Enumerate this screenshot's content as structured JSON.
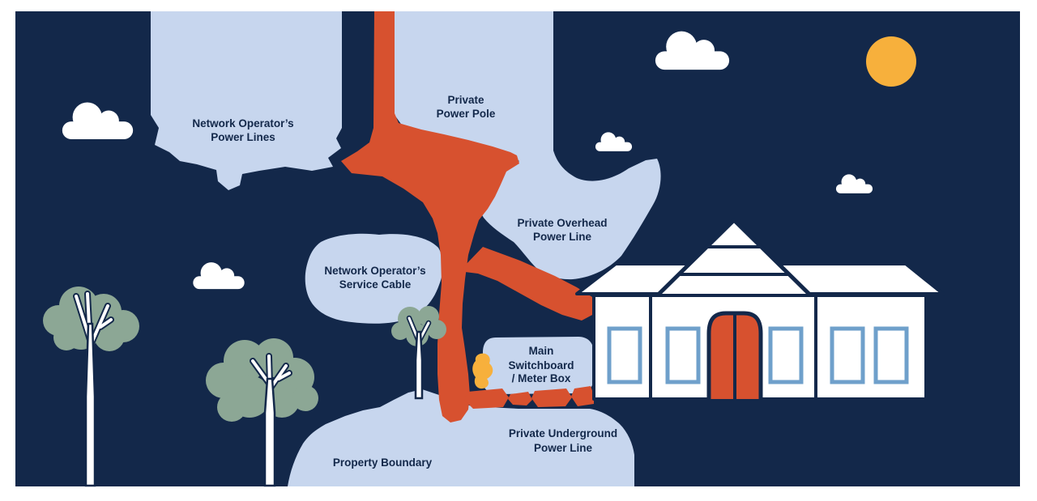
{
  "diagram": {
    "title": "Private power assets and network operator assets illustration",
    "scene": "night-sky navy backdrop with sun, clouds, trees, power pole feeding a house"
  },
  "colors": {
    "navy": "#13284A",
    "label_bubble": "#C7D6EE",
    "power_asset_red": "#D7512F",
    "sun_yellow": "#F7B03C",
    "tree_green": "#8CA795",
    "window_blue": "#6FA0CB",
    "white": "#FFFFFF"
  },
  "labels": {
    "network_power_lines": [
      "Network Operator’s",
      "Power Lines"
    ],
    "private_power_pole": [
      "Private",
      "Power Pole"
    ],
    "private_overhead_power_line": [
      "Private Overhead",
      "Power Line"
    ],
    "network_service_cable": [
      "Network Operator’s",
      "Service Cable"
    ],
    "main_switchboard": [
      "Main",
      "Switchboard",
      "/ Meter Box"
    ],
    "private_underground_power_line": [
      "Private Underground",
      "Power Line"
    ],
    "property_boundary": [
      "Property Boundary"
    ]
  }
}
